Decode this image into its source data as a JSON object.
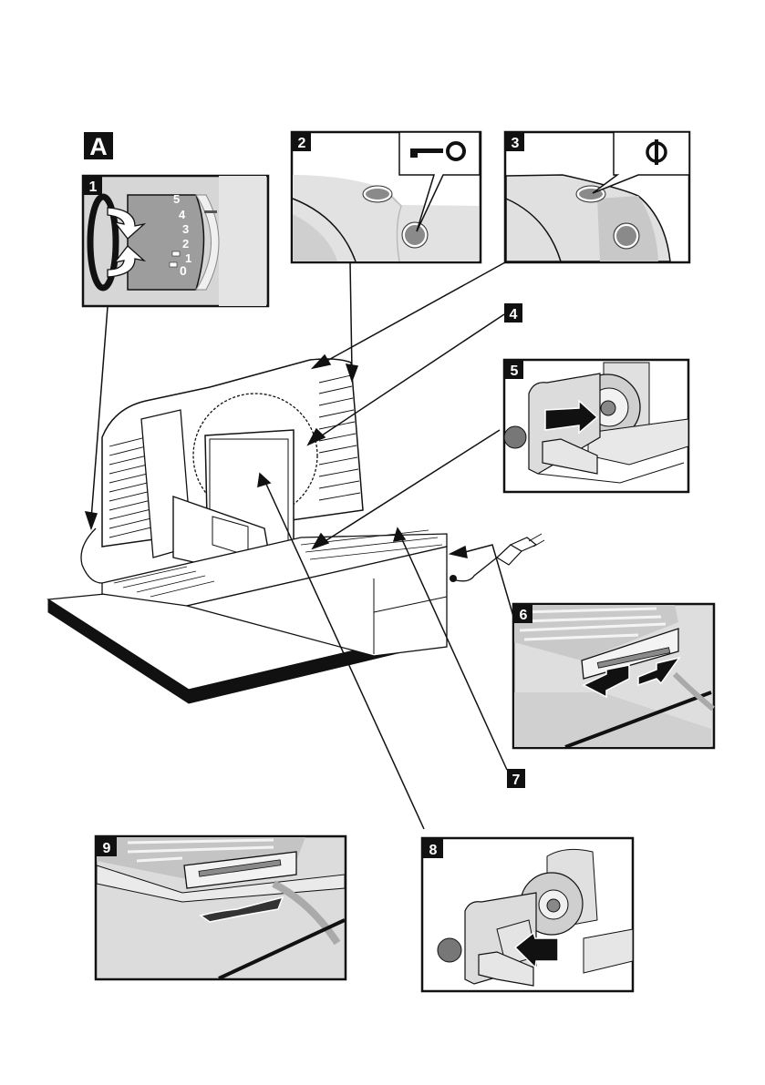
{
  "figure": {
    "label": "A",
    "subject": "food slicer parts overview"
  },
  "callouts": [
    {
      "number": "1",
      "target": "thickness-adjustment-dial"
    },
    {
      "number": "2",
      "target": "continuous-operation-switch"
    },
    {
      "number": "3",
      "target": "on-off-switch"
    },
    {
      "number": "4",
      "target": "blade"
    },
    {
      "number": "5",
      "target": "carriage"
    },
    {
      "number": "6",
      "target": "cable-storage"
    },
    {
      "number": "7",
      "target": "food-carriage-slide"
    },
    {
      "number": "8",
      "target": "food-pusher"
    },
    {
      "number": "9",
      "target": "cable-holder"
    }
  ],
  "panels": {
    "p1": {
      "badge": "1",
      "dial_marks": [
        "5",
        "4",
        "3",
        "2",
        "1",
        "0"
      ]
    },
    "p2": {
      "badge": "2",
      "symbol": "key-icon"
    },
    "p3": {
      "badge": "3",
      "symbol": "power-icon"
    },
    "p5": {
      "badge": "5"
    },
    "p6": {
      "badge": "6"
    },
    "p8": {
      "badge": "8"
    },
    "p9": {
      "badge": "9"
    }
  },
  "standalone_labels": {
    "l4": "4",
    "l7": "7"
  },
  "colors": {
    "ink": "#111111",
    "panel_bg": "#d9d9d9",
    "panel_dark": "#9a9a9a",
    "panel_mid": "#bdbdbd"
  }
}
